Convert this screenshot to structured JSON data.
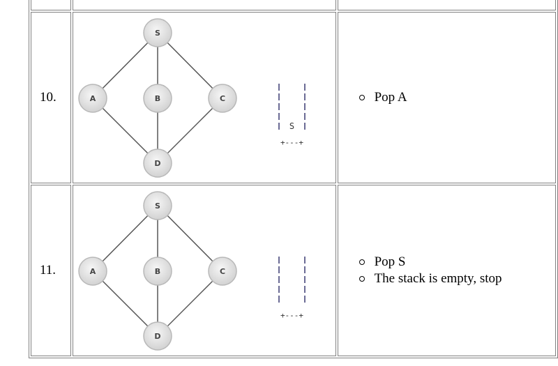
{
  "rows": [
    {
      "number": "",
      "steps": []
    },
    {
      "number": "10.",
      "nodes": {
        "s": "S",
        "a": "A",
        "b": "B",
        "c": "C",
        "d": "D"
      },
      "stack": {
        "items": [
          "S"
        ],
        "base": "+---+"
      },
      "steps": [
        "Pop A"
      ]
    },
    {
      "number": "11.",
      "nodes": {
        "s": "S",
        "a": "A",
        "b": "B",
        "c": "C",
        "d": "D"
      },
      "stack": {
        "items": [],
        "base": "+---+"
      },
      "steps": [
        "Pop S",
        "The stack is empty, stop"
      ]
    }
  ]
}
